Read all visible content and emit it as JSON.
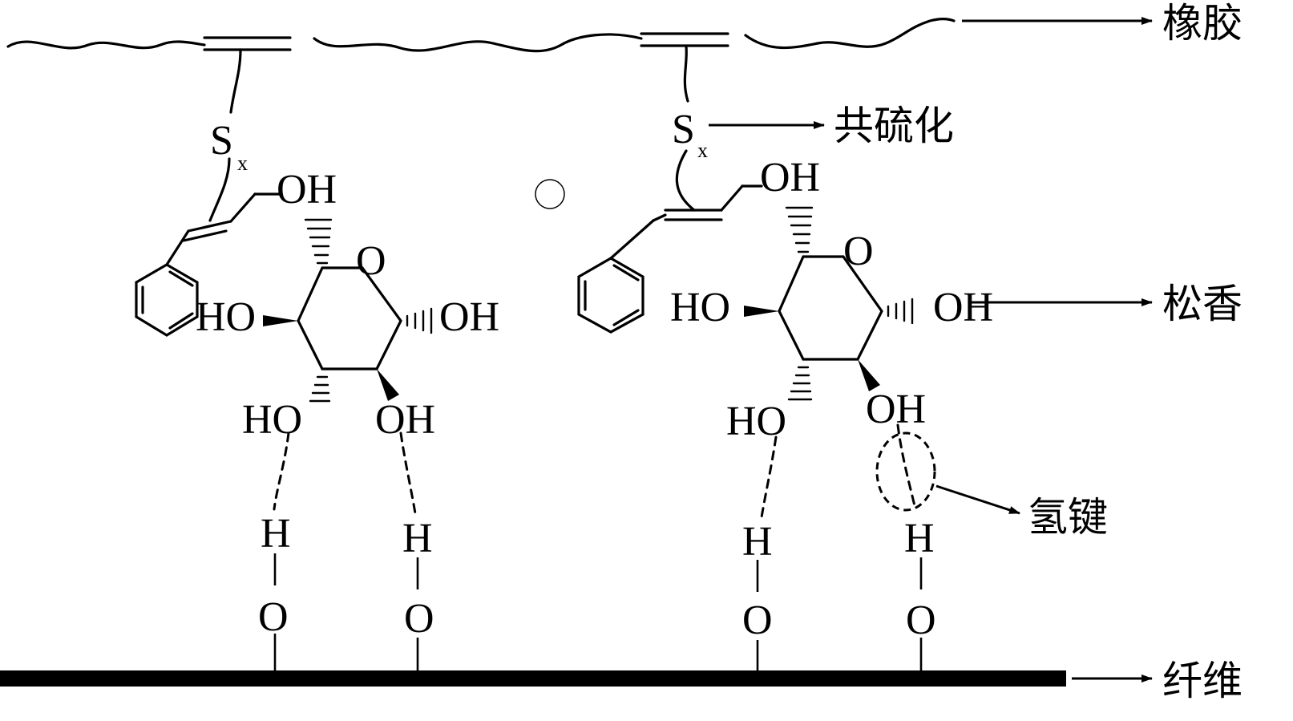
{
  "labels": {
    "rubber": "橡胶",
    "covulcanization": "共硫化",
    "rosin": "松香",
    "hydrogen_bond": "氢键",
    "fiber": "纤维"
  },
  "atoms": {
    "S": "S",
    "x": "x",
    "OH": "OH",
    "HO": "HO",
    "O": "O",
    "H": "H"
  }
}
